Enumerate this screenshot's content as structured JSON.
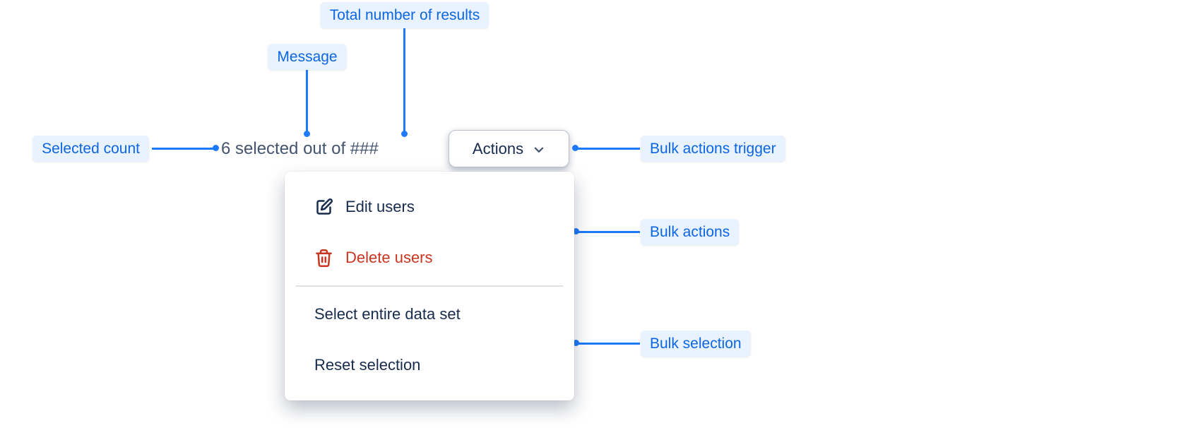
{
  "annotations": {
    "total_results": "Total number of results",
    "message": "Message",
    "selected_count": "Selected count",
    "bulk_actions_trigger": "Bulk actions trigger",
    "bulk_actions": "Bulk actions",
    "bulk_selection": "Bulk selection"
  },
  "selection_bar": {
    "message": "6 selected out of ###",
    "actions_button": "Actions",
    "actions_button_icon": "chevron-down-icon"
  },
  "menu": {
    "actions": [
      {
        "label": "Edit users",
        "icon": "edit-icon",
        "style": "default"
      },
      {
        "label": "Delete users",
        "icon": "trash-icon",
        "style": "danger"
      }
    ],
    "selection": [
      {
        "label": "Select entire data set"
      },
      {
        "label": "Reset selection"
      }
    ]
  },
  "colors": {
    "annotation_text": "#0C66E4",
    "annotation_background": "#E9F2FF",
    "connector": "#1D7AFC",
    "text_primary": "#172B4D",
    "text_subtle": "#44546F",
    "danger": "#CA3521",
    "surface": "#FFFFFF",
    "divider": "#DFE1E6"
  }
}
